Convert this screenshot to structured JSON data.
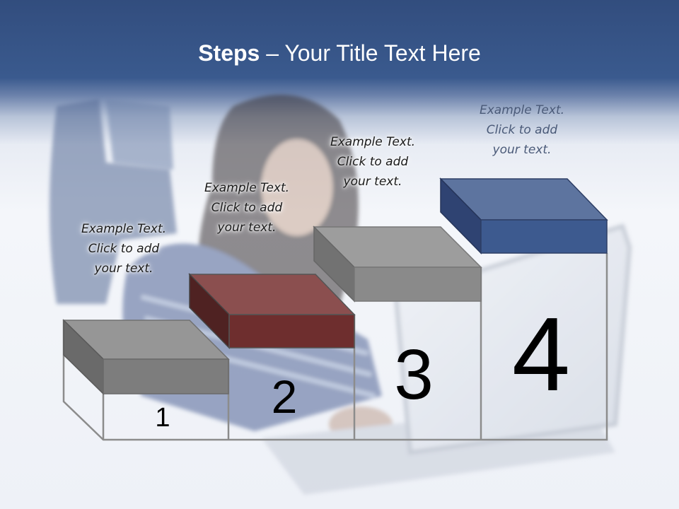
{
  "title": {
    "bold": "Steps",
    "rest": " – Your Title Text Here"
  },
  "steps": [
    {
      "number": "1",
      "caption": [
        "Example Text.",
        "Click  to add",
        "your text."
      ],
      "color": "#7d7d7d"
    },
    {
      "number": "2",
      "caption": [
        "Example Text.",
        "Click  to add",
        "your text."
      ],
      "color": "#6e2e2e"
    },
    {
      "number": "3",
      "caption": [
        "Example Text.",
        "Click  to add",
        "your text."
      ],
      "color": "#8a8a8a"
    },
    {
      "number": "4",
      "caption": [
        "Example Text.",
        "Click  to add",
        "your text."
      ],
      "color": "#3d5a8f"
    }
  ],
  "colors": {
    "header": "#3a5a8e",
    "outline": "#8c8c8c"
  }
}
